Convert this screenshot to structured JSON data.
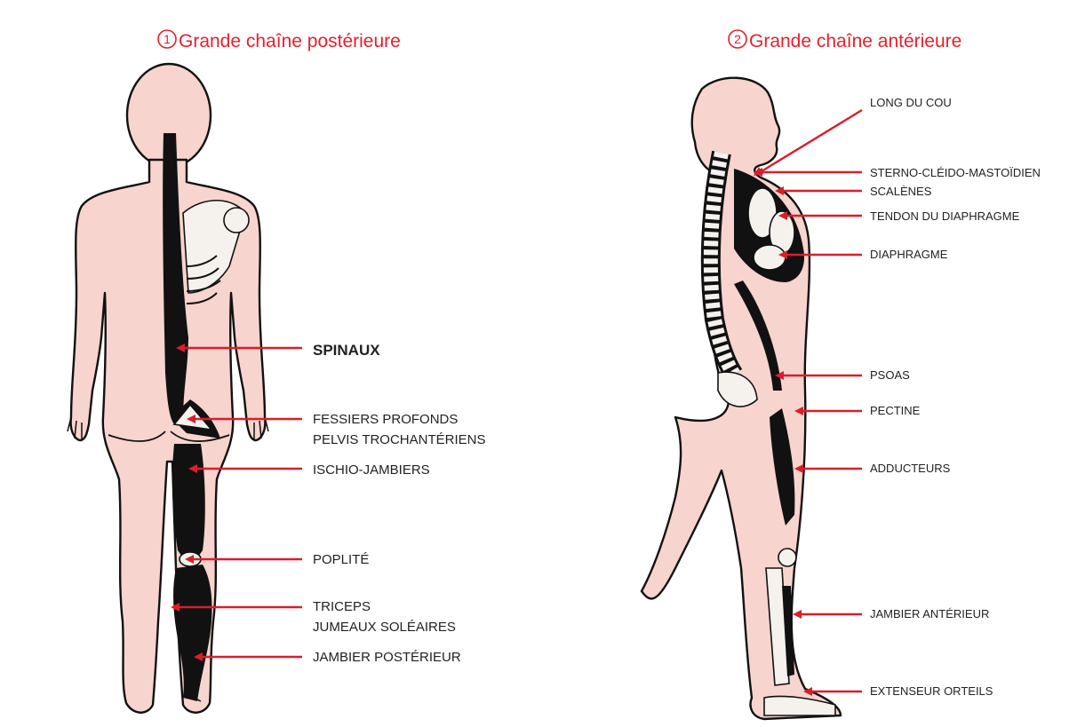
{
  "left_panel": {
    "title": "Grande chaîne postérieure",
    "number": "1",
    "labels": [
      {
        "id": "spinaux",
        "lines": [
          "SPINAUX"
        ],
        "bold": true
      },
      {
        "id": "fessiers",
        "lines": [
          "FESSIERS PROFONDS",
          "PELVIS TROCHANTÉRIENS"
        ],
        "bold": false
      },
      {
        "id": "ischio",
        "lines": [
          "ISCHIO-JAMBIERS"
        ],
        "bold": false
      },
      {
        "id": "poplite",
        "lines": [
          "POPLITÉ"
        ],
        "bold": false
      },
      {
        "id": "triceps",
        "lines": [
          "TRICEPS",
          "JUMEAUX SOLÉAIRES"
        ],
        "bold": false
      },
      {
        "id": "jambier-posterieur",
        "lines": [
          "JAMBIER POSTÉRIEUR"
        ],
        "bold": false
      }
    ]
  },
  "right_panel": {
    "title": "Grande chaîne antérieure",
    "number": "2",
    "labels": [
      {
        "id": "long-du-cou",
        "lines": [
          "LONG DU COU"
        ]
      },
      {
        "id": "sterno",
        "lines": [
          "STERNO-CLÉIDO-MASTOÏDIEN"
        ]
      },
      {
        "id": "scalenes",
        "lines": [
          "SCALÈNES"
        ]
      },
      {
        "id": "tendon-diaphragme",
        "lines": [
          "TENDON DU DIAPHRAGME"
        ]
      },
      {
        "id": "diaphragme",
        "lines": [
          "DIAPHRAGME"
        ]
      },
      {
        "id": "psoas",
        "lines": [
          "PSOAS"
        ]
      },
      {
        "id": "pectine",
        "lines": [
          "PECTINE"
        ]
      },
      {
        "id": "adducteurs",
        "lines": [
          "ADDUCTEURS"
        ]
      },
      {
        "id": "jambier-anterieur",
        "lines": [
          "JAMBIER ANTÉRIEUR"
        ]
      },
      {
        "id": "extenseur",
        "lines": [
          "EXTENSEUR ORTEILS"
        ]
      }
    ]
  },
  "colors": {
    "accent": "#e3212f",
    "skin": "#f7d4cd",
    "muscle": "#111111"
  }
}
